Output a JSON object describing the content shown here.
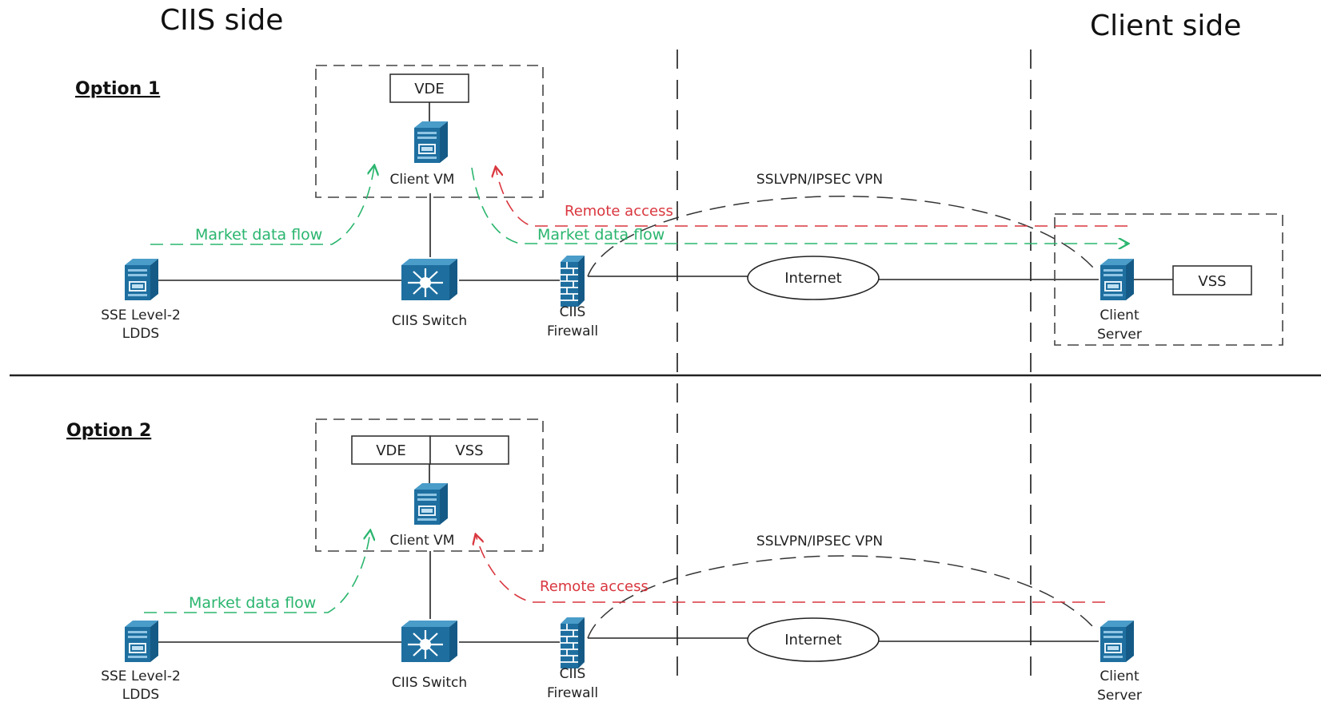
{
  "headers": {
    "left": "CIIS side",
    "right": "Client side"
  },
  "option1": {
    "title": "Option 1",
    "vde": "VDE",
    "client_vm": "Client VM",
    "vpn": "SSLVPN/IPSEC VPN",
    "remote": "Remote access",
    "market_left": "Market data flow",
    "market_right": "Market data flow",
    "sse_1": "SSE Level-2",
    "sse_2": "LDDS",
    "switch": "CIIS Switch",
    "fw_1": "CIIS",
    "fw_2": "Firewall",
    "internet": "Internet",
    "client_1": "Client",
    "client_2": "Server",
    "vss": "VSS"
  },
  "option2": {
    "title": "Option 2",
    "vde": "VDE",
    "vss": "VSS",
    "client_vm": "Client VM",
    "vpn": "SSLVPN/IPSEC VPN",
    "remote": "Remote access",
    "market_left": "Market data flow",
    "sse_1": "SSE Level-2",
    "sse_2": "LDDS",
    "switch": "CIIS Switch",
    "fw_1": "CIIS",
    "fw_2": "Firewall",
    "internet": "Internet",
    "client_1": "Client",
    "client_2": "Server"
  },
  "colors": {
    "green": "#2ab56e",
    "red": "#d9363e",
    "server_blue": "#1e6fa0"
  }
}
